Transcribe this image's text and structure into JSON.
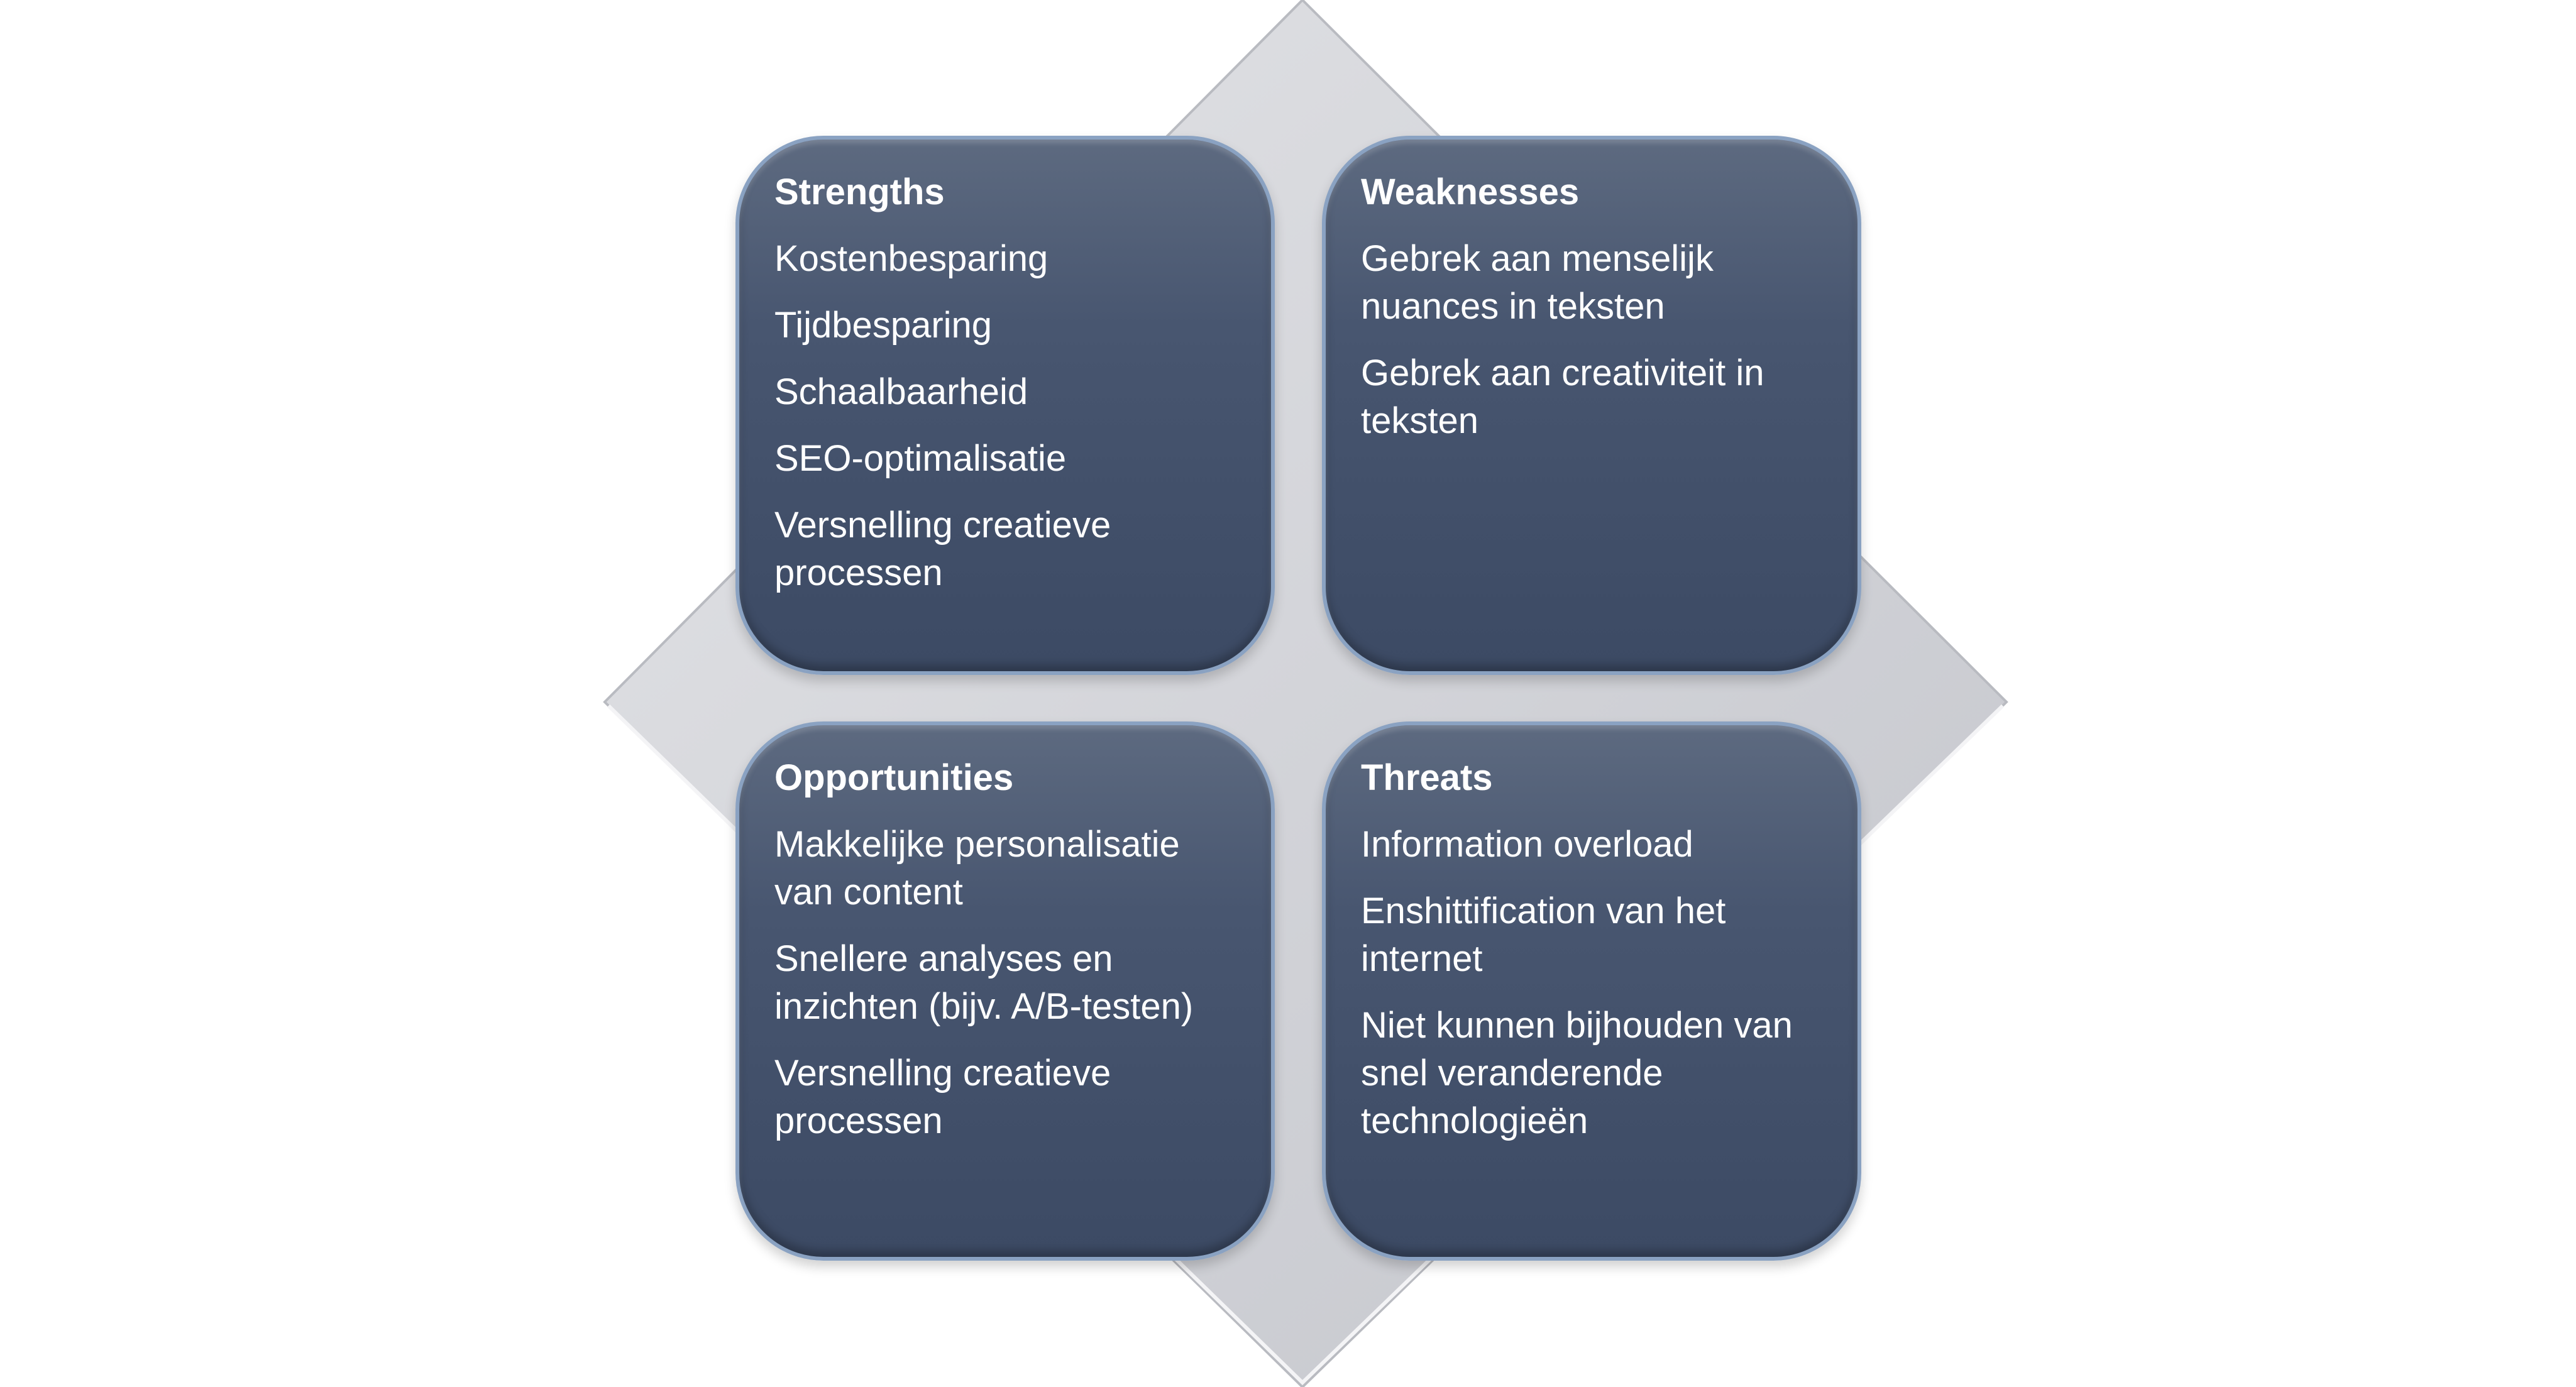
{
  "quadrants": {
    "strengths": {
      "title": "Strengths",
      "items": [
        "Kostenbesparing",
        "Tijdbesparing",
        "Schaalbaarheid",
        "SEO-optimalisatie",
        "Versnelling creatieve processen"
      ]
    },
    "weaknesses": {
      "title": "Weaknesses",
      "items": [
        "Gebrek aan menselijk nuances in teksten",
        "Gebrek aan creativiteit in teksten"
      ]
    },
    "opportunities": {
      "title": "Opportunities",
      "items": [
        "Makkelijke personalisatie van content",
        "Snellere analyses en inzichten (bijv. A/B-testen)",
        "Versnelling creatieve processen"
      ]
    },
    "threats": {
      "title": "Threats",
      "items": [
        "Information overload",
        "Enshittification van het internet",
        "Niet kunnen bijhouden van snel veranderende technologieën"
      ]
    }
  },
  "colors": {
    "box_fill_top": "#5d6a80",
    "box_fill_bottom": "#3c4a64",
    "box_border": "#8aa2c2",
    "diamond_light": "#dcdde1",
    "diamond_dark": "#c7c9cf",
    "text": "#ffffff"
  }
}
